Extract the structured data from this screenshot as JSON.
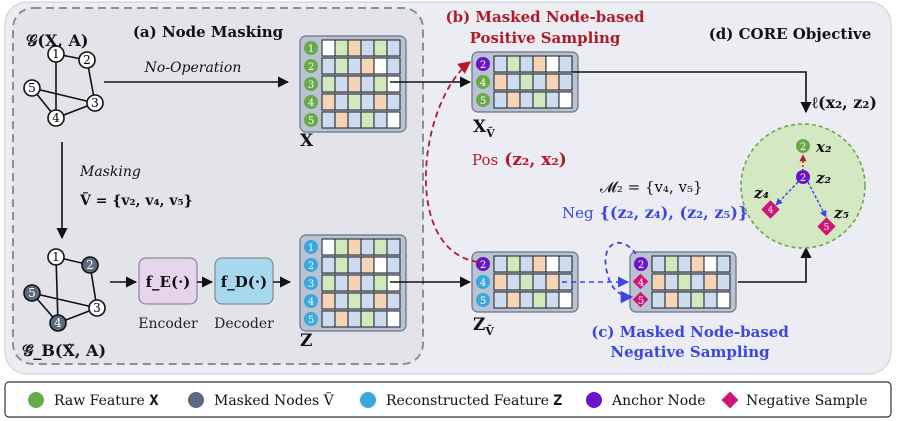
{
  "colors": {
    "panel_bg": "#ebedf2",
    "masking_bg": "#e2e4ea",
    "matrix_bg": "#b9c3d3",
    "raw_green": "#6aa94a",
    "masked_gray": "#5b6a7e",
    "recon_blue": "#3aa7dd",
    "anchor_purple": "#6a14c9",
    "negative_magenta": "#d11574",
    "encoder_fill": "#e6d4ec",
    "decoder_fill": "#a8d8ee",
    "pos_red": "#b2192b",
    "neg_blue": "#3b47e0",
    "objective_fill": "#d4e8c3",
    "cell_orange": "#f6d5b7",
    "cell_blue": "#cddcee",
    "cell_green": "#d2e9bd"
  },
  "section_a": {
    "title": "(a) Node Masking",
    "graph_label": "𝒢(𝐗, 𝐀)",
    "no_op_label": "No-Operation",
    "masking_label": "Masking",
    "masked_set": "Ṽ = {v₂, v₄, v₅}",
    "masked_graph_label": "𝒢̃_B(𝐗̃, 𝐀)",
    "encoder_symbol": "f_E(·)",
    "decoder_symbol": "f_D(·)",
    "encoder_label": "Encoder",
    "decoder_label": "Decoder",
    "x_matrix_label": "X",
    "z_matrix_label": "Z"
  },
  "section_b": {
    "title_line1": "(b) Masked Node-based",
    "title_line2": "Positive Sampling",
    "x_sub_label": "X",
    "z_sub_label": "Z",
    "pos_prefix": "Pos",
    "pos_pair": "(z₂, x₂)"
  },
  "section_c": {
    "title_line1": "(c) Masked Node-based",
    "title_line2": "Negative Sampling",
    "m_set": "𝓜₂ = {v₄, v₅}",
    "neg_prefix": "Neg",
    "neg_pairs": "{(z₂, z₄), (z₂, z₅)}"
  },
  "section_d": {
    "title": "(d) CORE Objective",
    "loss": "ℓ(x₂, z₂)",
    "x2_label": "x₂",
    "z2_label": "z₂",
    "z4_label": "z₄",
    "z5_label": "z₅"
  },
  "graph_nodes": [
    "1",
    "2",
    "3",
    "4",
    "5"
  ],
  "subset_nodes": [
    "2",
    "4",
    "5"
  ],
  "legend": {
    "raw_feature": "Raw Feature 𝐗",
    "masked_nodes": "Masked Nodes Ṽ",
    "reconstructed_feature": "Reconstructed Feature 𝐙",
    "anchor_node": "Anchor Node",
    "negative_sample": "Negative Sample"
  }
}
